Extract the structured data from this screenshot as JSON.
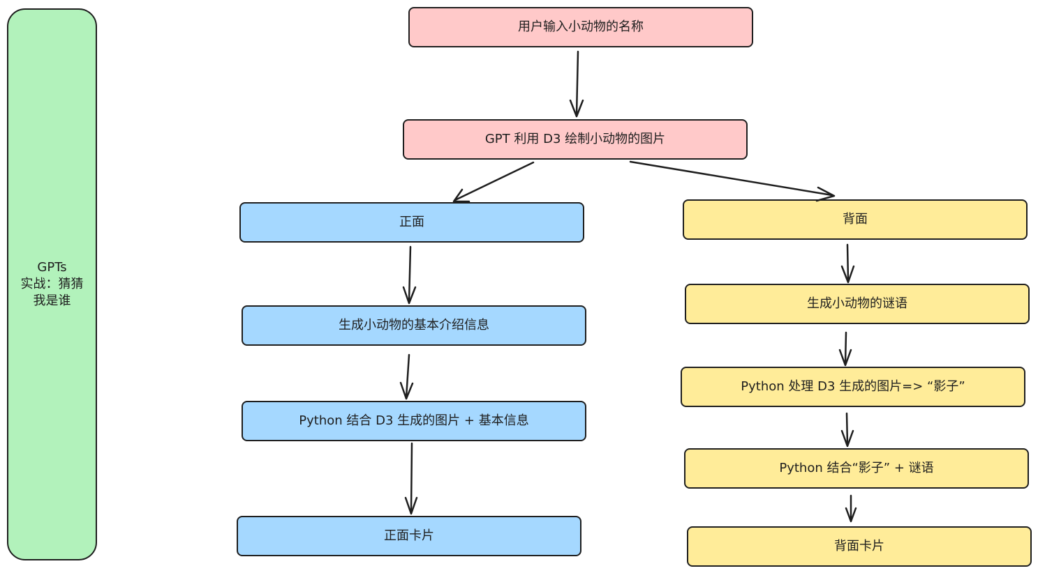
{
  "colors": {
    "green": "#b2f2bb",
    "pink": "#ffc9c9",
    "blue": "#a5d8ff",
    "yellow": "#ffec99",
    "stroke": "#1e1e1e"
  },
  "side_panel": {
    "line1": "GPTs",
    "line2": "实战：猜猜",
    "line3": "我是谁"
  },
  "nodes": {
    "input_name": "用户输入小动物的名称",
    "gpt_draw": "GPT 利用 D3 绘制小动物的图片",
    "front": "正面",
    "front_intro": "生成小动物的基本介绍信息",
    "front_combine": "Python 结合 D3 生成的图片 + 基本信息",
    "front_card": "正面卡片",
    "back": "背面",
    "back_riddle": "生成小动物的谜语",
    "back_shadow": "Python 处理 D3 生成的图片=> “影子”",
    "back_combine": "Python 结合“影子” + 谜语",
    "back_card": "背面卡片"
  },
  "edges": [
    {
      "from": "input_name",
      "to": "gpt_draw"
    },
    {
      "from": "gpt_draw",
      "to": "front"
    },
    {
      "from": "gpt_draw",
      "to": "back"
    },
    {
      "from": "front",
      "to": "front_intro"
    },
    {
      "from": "front_intro",
      "to": "front_combine"
    },
    {
      "from": "front_combine",
      "to": "front_card"
    },
    {
      "from": "back",
      "to": "back_riddle"
    },
    {
      "from": "back_riddle",
      "to": "back_shadow"
    },
    {
      "from": "back_shadow",
      "to": "back_combine"
    },
    {
      "from": "back_combine",
      "to": "back_card"
    }
  ]
}
